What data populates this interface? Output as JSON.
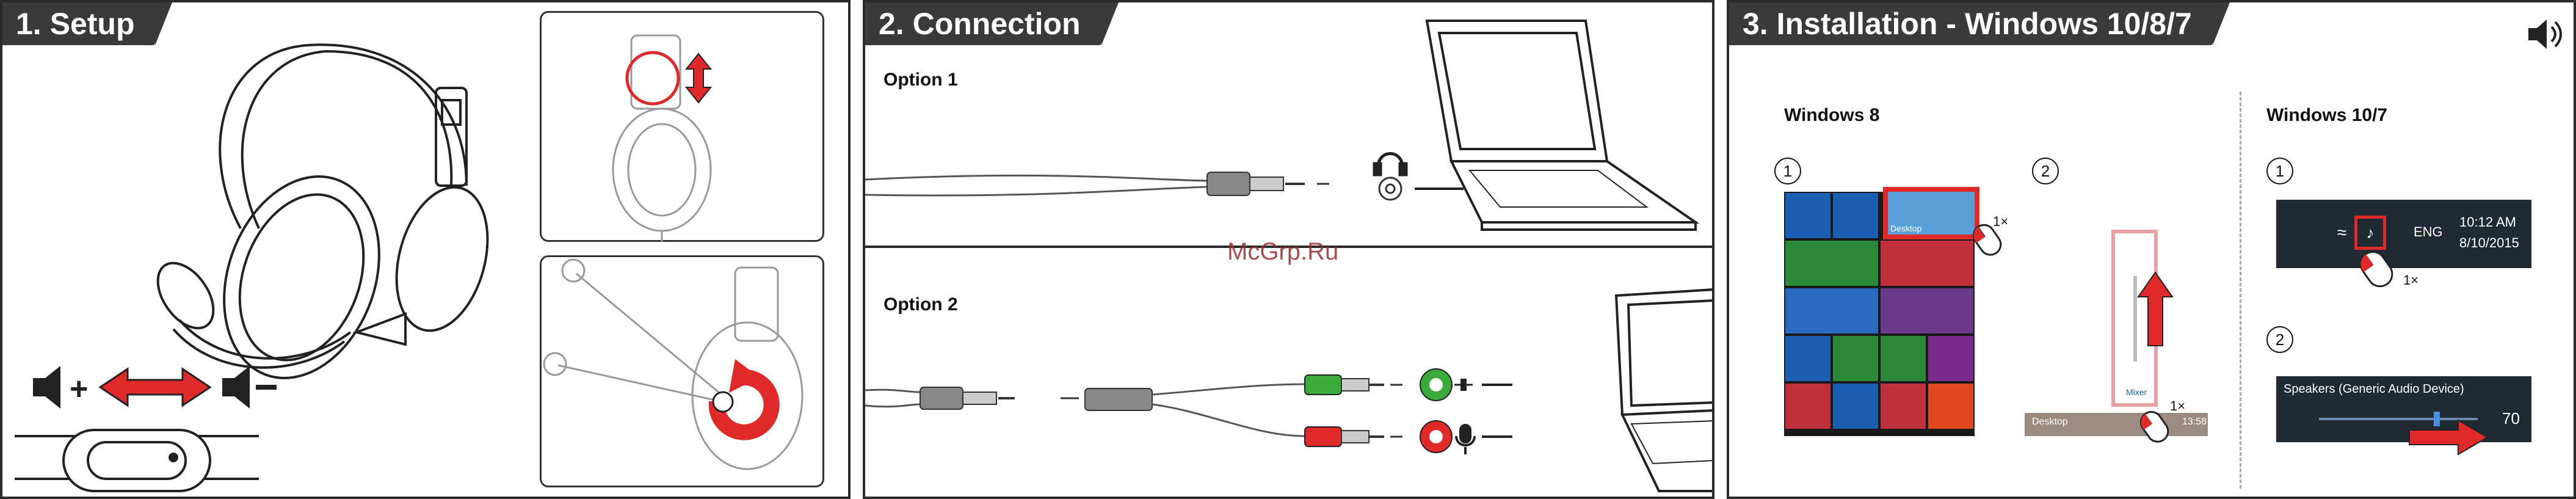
{
  "panel1": {
    "title": "1. Setup"
  },
  "panel2": {
    "title": "2. Connection",
    "option1": "Option 1",
    "option2": "Option 2"
  },
  "panel3": {
    "title": "3. Installation - Windows 10/8/7",
    "win8": "Windows 8",
    "win107": "Windows 10/7",
    "step1": "1",
    "step2": "2",
    "click_count": "1×",
    "tile_desktop": "Desktop",
    "win8_taskbar_desktop": "Desktop",
    "win8_taskbar_time": "13:58",
    "win8_mixer_label": "Mixer",
    "taskbar_lang": "ENG",
    "taskbar_time": "10:12 AM",
    "taskbar_date": "8/10/2015",
    "speakers_label": "Speakers (Generic Audio Device)",
    "volume_value": "70"
  },
  "watermark": "McGrp.Ru",
  "colors": {
    "header": "#3a3a3a",
    "accent_red": "#e02a2a",
    "accent_green": "#3aaa3a",
    "tile_blue": "#1b5fb0",
    "tile_green": "#2a8a3a"
  },
  "icons": [
    "headset-icon",
    "speaker-icon",
    "headphone-icon",
    "microphone-icon",
    "mouse-icon",
    "arrow-icon"
  ]
}
